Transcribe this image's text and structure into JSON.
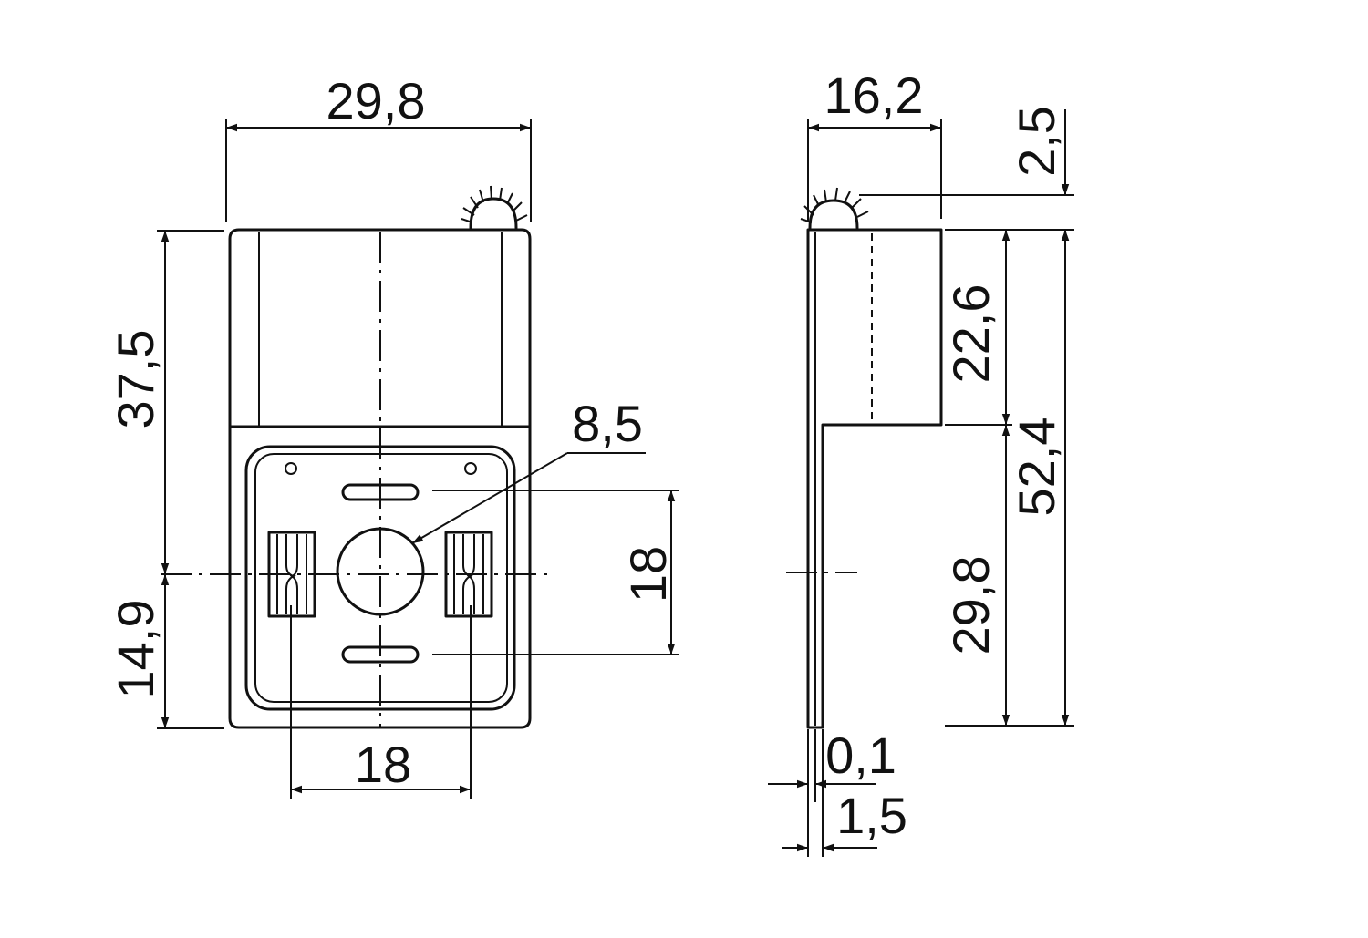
{
  "front_view": {
    "dim_width": "29,8",
    "dim_height_upper": "37,5",
    "dim_height_lower": "14,9",
    "dim_bore": "8,5",
    "dim_pin_vertical": "18",
    "dim_pin_horizontal": "18"
  },
  "side_view": {
    "dim_width": "16,2",
    "dim_offset_top": "2,5",
    "dim_upper_height": "22,6",
    "dim_total_height": "52,4",
    "dim_lower_height": "29,8",
    "dim_wall_small": "0,1",
    "dim_wall": "1,5"
  }
}
